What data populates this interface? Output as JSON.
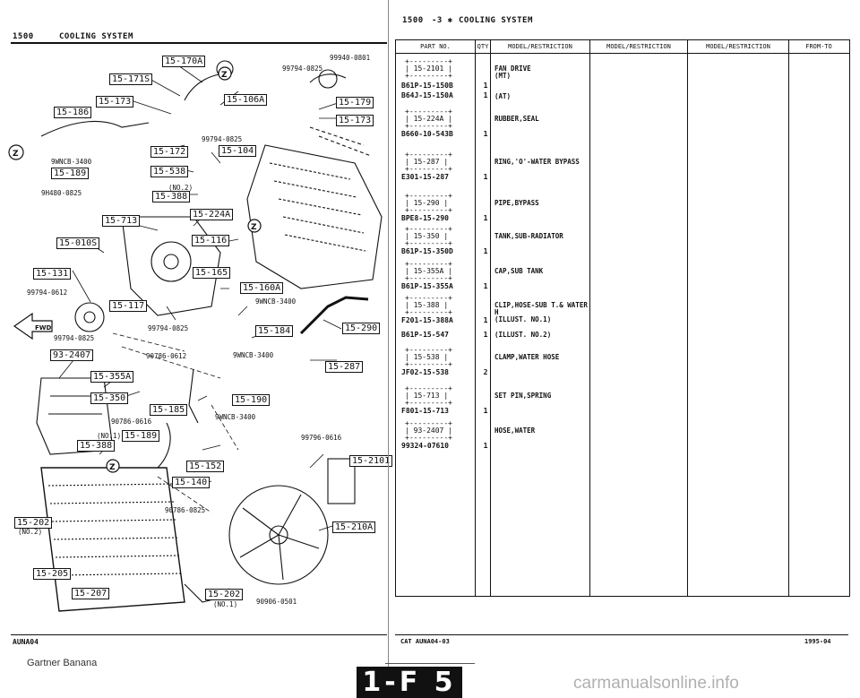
{
  "left_page": {
    "header_number": "1500",
    "header_title": "COOLING SYSTEM",
    "footer_code": "AUNA04",
    "signature": "Gartner Banana"
  },
  "right_page": {
    "header_number": "1500",
    "header_mark": "-3 ✱",
    "header_title": "COOLING SYSTEM",
    "columns": [
      "PART NO.",
      "QTY",
      "MODEL/RESTRICTION",
      "MODEL/RESTRICTION",
      "MODEL/RESTRICTION",
      "FROM-TO"
    ],
    "rows": [
      {
        "ref": "15-2101",
        "parts": [
          {
            "no": "B61P-15-150B",
            "qty": "1",
            "note": "(MT)"
          },
          {
            "no": "B64J-15-150A",
            "qty": "1",
            "note": "(AT)"
          }
        ],
        "desc": "FAN DRIVE"
      },
      {
        "ref": "15-224A",
        "parts": [
          {
            "no": "B660-10-543B",
            "qty": "1",
            "note": ""
          }
        ],
        "desc": "RUBBER,SEAL"
      },
      {
        "ref": "15-287",
        "parts": [
          {
            "no": "E301-15-287",
            "qty": "1",
            "note": ""
          }
        ],
        "desc": "RING,'O'-WATER BYPASS"
      },
      {
        "ref": "15-290",
        "parts": [
          {
            "no": "BPE8-15-290",
            "qty": "1",
            "note": ""
          }
        ],
        "desc": "PIPE,BYPASS"
      },
      {
        "ref": "15-350",
        "parts": [
          {
            "no": "B61P-15-350D",
            "qty": "1",
            "note": ""
          }
        ],
        "desc": "TANK,SUB-RADIATOR"
      },
      {
        "ref": "15-355A",
        "parts": [
          {
            "no": "B61P-15-355A",
            "qty": "1",
            "note": ""
          }
        ],
        "desc": "CAP,SUB TANK"
      },
      {
        "ref": "15-388",
        "parts": [
          {
            "no": "F201-15-388A",
            "qty": "1",
            "note": "(ILLUST. NO.1)"
          },
          {
            "no": "B61P-15-547",
            "qty": "1",
            "note": "(ILLUST. NO.2)"
          }
        ],
        "desc": "CLIP,HOSE-SUB T.& WATER H"
      },
      {
        "ref": "15-538",
        "parts": [
          {
            "no": "JF02-15-538",
            "qty": "2",
            "note": ""
          }
        ],
        "desc": "CLAMP,WATER HOSE"
      },
      {
        "ref": "15-713",
        "parts": [
          {
            "no": "F801-15-713",
            "qty": "1",
            "note": ""
          }
        ],
        "desc": "SET PIN,SPRING"
      },
      {
        "ref": "93-2407",
        "parts": [
          {
            "no": "99324-07610",
            "qty": "1",
            "note": ""
          }
        ],
        "desc": "HOSE,WATER"
      }
    ],
    "footer_cat": "CAT  AUNA04-03",
    "footer_date": "1995-04"
  },
  "sheet_label": "1-F 5",
  "watermark": "carmanualsonline.info",
  "diagram": {
    "refs": [
      "15-170A",
      "15-171S",
      "15-173",
      "15-186",
      "15-106A",
      "15-179",
      "15-173",
      "15-172",
      "15-104",
      "15-538",
      "15-388",
      "15-189",
      "15-713",
      "15-224A",
      "15-010S",
      "15-116",
      "15-131",
      "15-165",
      "15-160A",
      "15-117",
      "15-184",
      "15-290",
      "93-2407",
      "15-355A",
      "15-350",
      "15-287",
      "15-185",
      "15-190",
      "15-189",
      "15-388",
      "15-2101",
      "15-152",
      "15-140",
      "15-210A",
      "15-202",
      "15-205",
      "15-207",
      "15-202"
    ],
    "partnos": [
      "99940-0801",
      "99794-0825",
      "99794-0825",
      "9WNCB-3400",
      "9H480-0825",
      "(NO.2)",
      "99794-0612",
      "99794-0825",
      "9WNCB-3400",
      "99794-0825",
      "90786-0612",
      "9WNCB-3400",
      "90786-0616",
      "(NO.1)",
      "9WNCB-3400",
      "99796-0616",
      "90786-0825",
      "(NO.2)",
      "(NO.1)",
      "90906-0501"
    ]
  }
}
